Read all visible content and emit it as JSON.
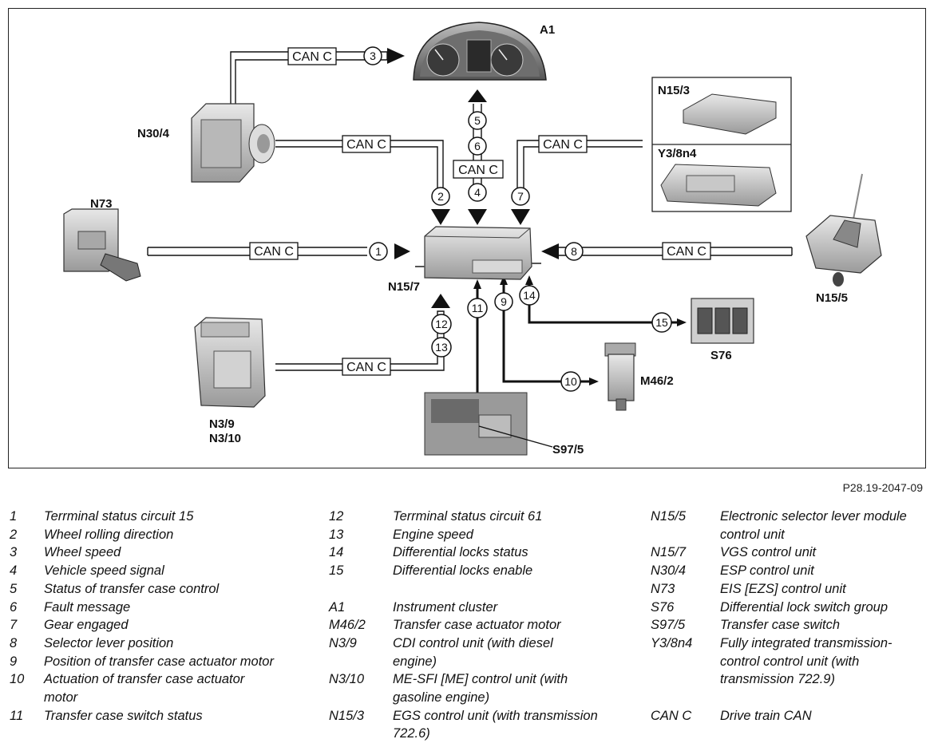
{
  "diagram": {
    "can_label": "CAN C",
    "components": {
      "a1": "A1",
      "n30_4": "N30/4",
      "n73": "N73",
      "n15_3": "N15/3",
      "y3_8n4": "Y3/8n4",
      "n15_7": "N15/7",
      "n15_5": "N15/5",
      "s76": "S76",
      "m46_2": "M46/2",
      "n3_9": "N3/9",
      "n3_10": "N3/10",
      "s97_5": "S97/5"
    },
    "signals": [
      "1",
      "2",
      "3",
      "4",
      "5",
      "6",
      "7",
      "8",
      "9",
      "10",
      "11",
      "12",
      "13",
      "14",
      "15"
    ],
    "reference": "P28.19-2047-09"
  },
  "legend": {
    "col1": [
      {
        "k": "1",
        "v": "Terrminal status circuit 15"
      },
      {
        "k": "2",
        "v": "Wheel rolling direction"
      },
      {
        "k": "3",
        "v": "Wheel speed"
      },
      {
        "k": "4",
        "v": "Vehicle speed signal"
      },
      {
        "k": "5",
        "v": "Status of transfer case control"
      },
      {
        "k": "6",
        "v": "Fault message"
      },
      {
        "k": "7",
        "v": "Gear engaged"
      },
      {
        "k": "8",
        "v": "Selector lever position"
      },
      {
        "k": "9",
        "v": "Position of transfer case actuator motor"
      },
      {
        "k": "10",
        "v": "Actuation of transfer case actuator motor"
      },
      {
        "k": "11",
        "v": "Transfer case switch status"
      }
    ],
    "col2a": [
      {
        "k": "12",
        "v": "Terrminal status circuit 61"
      },
      {
        "k": "13",
        "v": "Engine speed"
      },
      {
        "k": "14",
        "v": "Differential locks status"
      },
      {
        "k": "15",
        "v": "Differential locks enable"
      }
    ],
    "col2b": [
      {
        "k": "A1",
        "v": "Instrument cluster"
      },
      {
        "k": "M46/2",
        "v": "Transfer case actuator motor"
      },
      {
        "k": "N3/9",
        "v": "CDI control unit (with diesel engine)"
      },
      {
        "k": "N3/10",
        "v": "ME-SFI [ME] control unit (with gasoline engine)"
      },
      {
        "k": "N15/3",
        "v": "EGS control unit (with transmission 722.6)"
      }
    ],
    "col3a": [
      {
        "k": "N15/5",
        "v": "Electronic selector lever module control unit"
      },
      {
        "k": "N15/7",
        "v": "VGS control unit"
      },
      {
        "k": "N30/4",
        "v": "ESP control unit"
      },
      {
        "k": "N73",
        "v": "EIS [EZS] control unit"
      },
      {
        "k": "S76",
        "v": "Differential lock switch group"
      },
      {
        "k": "S97/5",
        "v": "Transfer case switch"
      },
      {
        "k": "Y3/8n4",
        "v": "Fully integrated transmission-control control unit (with transmission 722.9)"
      }
    ],
    "col3b": [
      {
        "k": "CAN C",
        "v": "Drive train CAN"
      }
    ]
  }
}
